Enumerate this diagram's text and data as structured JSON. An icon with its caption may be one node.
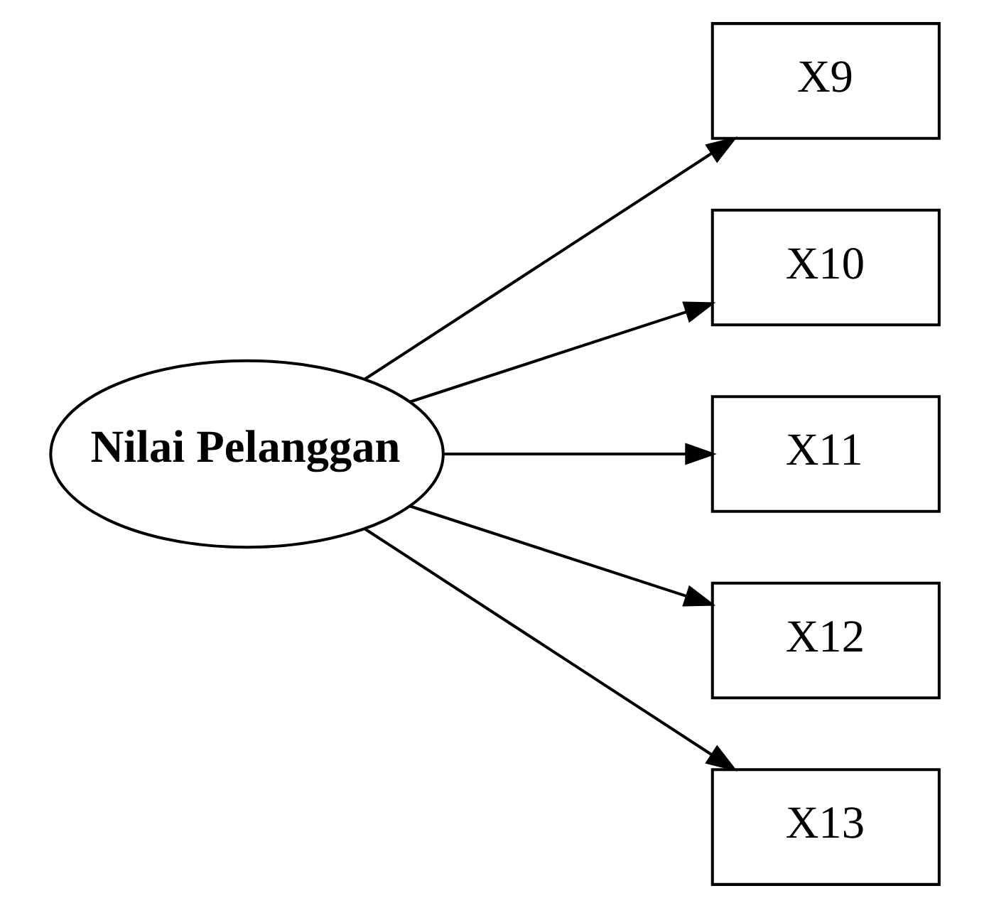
{
  "diagram": {
    "nodes": [
      {
        "text": [
          "Nilai Pelanggan"
        ]
      },
      {
        "text": [
          "X9"
        ]
      },
      {
        "text": [
          "X10"
        ]
      },
      {
        "text": [
          "X11"
        ]
      },
      {
        "text": [
          "X12"
        ]
      },
      {
        "text": [
          "X13"
        ]
      }
    ],
    "edges": [
      {
        "from": 0,
        "to": 1,
        "arrow": "to"
      },
      {
        "from": 0,
        "to": 2,
        "arrow": "to"
      },
      {
        "from": 0,
        "to": 3,
        "arrow": "to"
      },
      {
        "from": 0,
        "to": 4,
        "arrow": "to"
      },
      {
        "from": 0,
        "to": 5,
        "arrow": "to"
      }
    ]
  }
}
